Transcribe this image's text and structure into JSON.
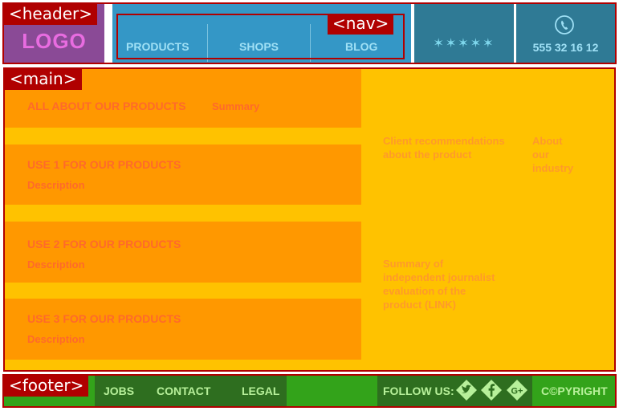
{
  "header": {
    "tag": "<header>",
    "logo": "LOGO",
    "nav_tag": "<nav>",
    "nav_items": [
      "PRODUCTS",
      "SHOPS",
      "BLOG"
    ],
    "rating_stars": "✶✶✶✶✶",
    "phone_icon": "phone-icon",
    "phone": "555 32 16 12"
  },
  "main": {
    "tag": "<main>",
    "sections": [
      {
        "title": "ALL ABOUT OUR PRODUCTS",
        "subtitle": "Summary"
      },
      {
        "title": "USE 1 FOR OUR PRODUCTS",
        "subtitle": "Description"
      },
      {
        "title": "USE 2 FOR OUR PRODUCTS",
        "subtitle": "Description"
      },
      {
        "title": "USE 3 FOR OUR PRODUCTS",
        "subtitle": "Description"
      }
    ],
    "side": {
      "recommendations": "Client recommendations about the product",
      "industry": "About our industry",
      "journalist": "Summary of independent journalist evaluation of the product (LINK)"
    }
  },
  "footer": {
    "tag": "<footer>",
    "links": [
      "JOBS",
      "CONTACT",
      "LEGAL"
    ],
    "follow": "FOLLOW US:",
    "social_icons": [
      "twitter-icon",
      "facebook-icon",
      "google-plus-icon"
    ],
    "copyright": "C©PYRIGHT"
  },
  "colors": {
    "tag_red": "#b00000",
    "logo_purple": "#8a4a96",
    "nav_blue": "#3497c6",
    "header_teal": "#2f7a95",
    "main_yellow": "#ffc200",
    "section_orange": "#ff9800",
    "footer_green": "#33a31a",
    "footer_dark_green": "#2e6e1f"
  }
}
